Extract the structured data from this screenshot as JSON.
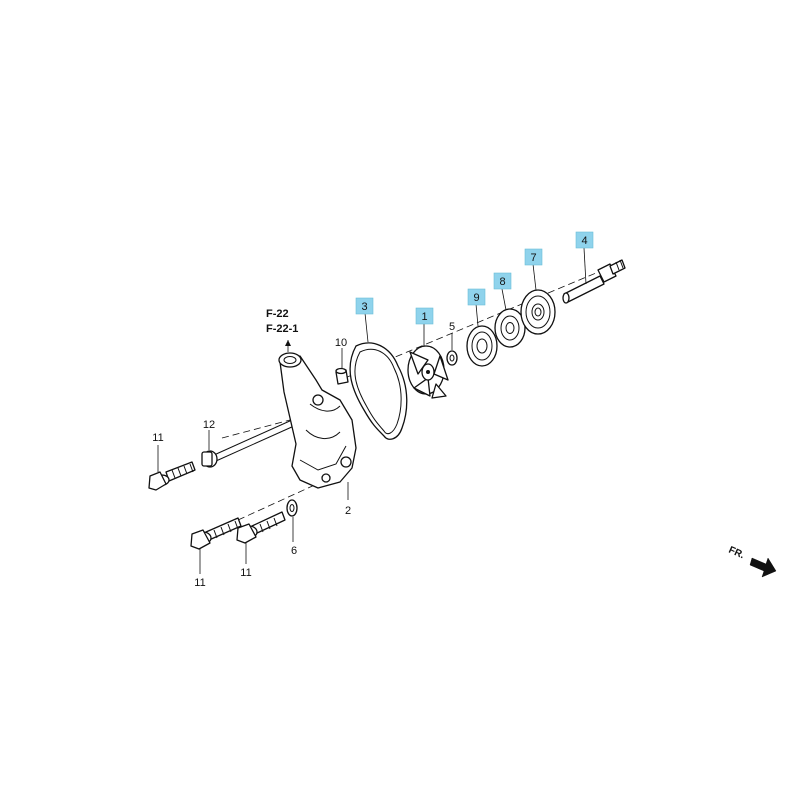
{
  "diagram": {
    "references": [
      "F-22",
      "F-22-1"
    ],
    "front_marker": "FR.",
    "highlight_color": "#8fd3ec",
    "callouts": {
      "c1": "1",
      "c2": "2",
      "c3": "3",
      "c4": "4",
      "c5": "5",
      "c6": "6",
      "c7": "7",
      "c8": "8",
      "c9": "9",
      "c10": "10",
      "c11a": "11",
      "c11b": "11",
      "c11c": "11",
      "c12": "12"
    }
  }
}
